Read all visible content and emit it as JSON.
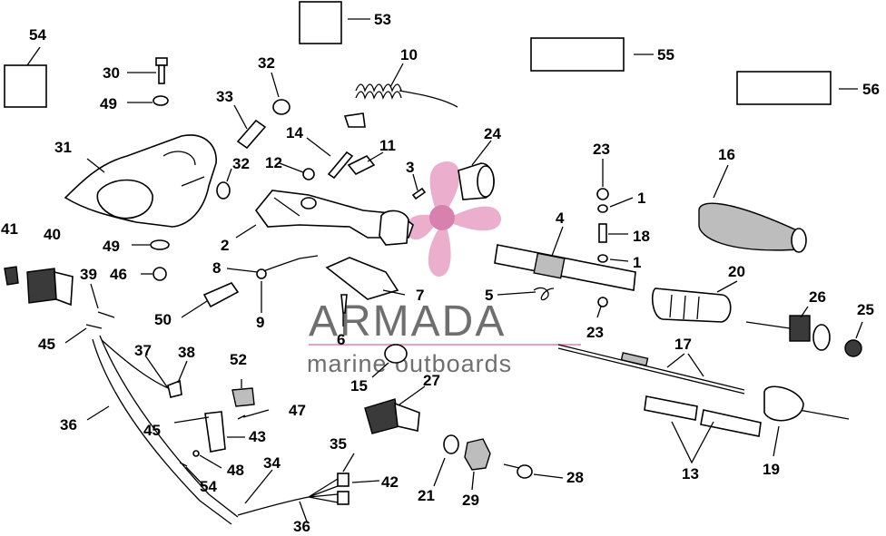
{
  "watermark": {
    "title": "ARMADA",
    "subtitle": "marine outboards",
    "colors": {
      "logo": "#e8a0c4",
      "text": "#6f6f6f",
      "rule": "#e8a0c4"
    }
  },
  "callouts": {
    "c1a": "1",
    "c1b": "1",
    "c2": "2",
    "c3": "3",
    "c4": "4",
    "c5": "5",
    "c6": "6",
    "c7": "7",
    "c8": "8",
    "c9": "9",
    "c10": "10",
    "c11": "11",
    "c12": "12",
    "c13": "13",
    "c14": "14",
    "c15": "15",
    "c16": "16",
    "c17": "17",
    "c18": "18",
    "c19": "19",
    "c20": "20",
    "c21": "21",
    "c23a": "23",
    "c23b": "23",
    "c24": "24",
    "c25": "25",
    "c26": "26",
    "c27": "27",
    "c28": "28",
    "c29": "29",
    "c30": "30",
    "c31": "31",
    "c32a": "32",
    "c32b": "32",
    "c33": "33",
    "c34": "34",
    "c35": "35",
    "c36a": "36",
    "c36b": "36",
    "c37": "37",
    "c38": "38",
    "c39": "39",
    "c40": "40",
    "c41": "41",
    "c42": "42",
    "c43": "43",
    "c45a": "45",
    "c45b": "45",
    "c46": "46",
    "c47": "47",
    "c48": "48",
    "c49a": "49",
    "c49b": "49",
    "c50": "50",
    "c52": "52",
    "c53": "53",
    "c54a": "54",
    "c54b": "54",
    "c55": "55",
    "c56": "56"
  }
}
